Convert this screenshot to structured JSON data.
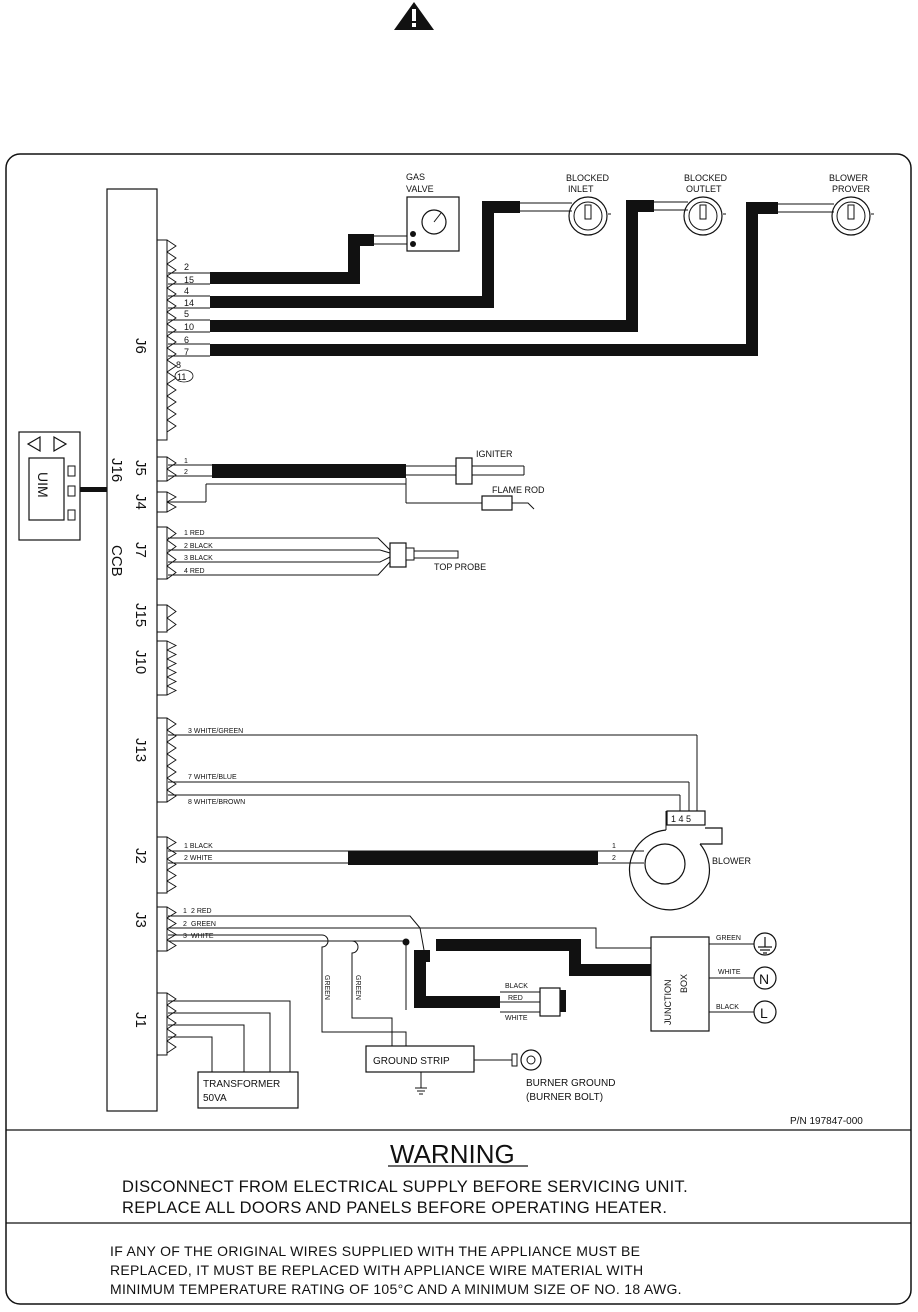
{
  "top_icon": "warning-triangle-icon",
  "board": {
    "label": "CCB",
    "connectors": {
      "j6": "J6",
      "j5": "J5",
      "j4": "J4",
      "j16": "J16",
      "j7": "J7",
      "j15": "J15",
      "j10": "J10",
      "j13": "J13",
      "j2": "J2",
      "j3": "J3",
      "j1": "J1"
    }
  },
  "uim": {
    "label": "UIM",
    "left_arrow_icon": "triangle-left-icon",
    "right_arrow_icon": "triangle-right-icon"
  },
  "j6_pins": [
    "2",
    "15",
    "4",
    "14",
    "5",
    "10",
    "6",
    "7",
    "8",
    "11"
  ],
  "components": {
    "gas_valve_line1": "GAS",
    "gas_valve_line2": "VALVE",
    "blocked_inlet_line1": "BLOCKED",
    "blocked_inlet_line2": "INLET",
    "blocked_outlet_line1": "BLOCKED",
    "blocked_outlet_line2": "OUTLET",
    "blower_prover_line1": "BLOWER",
    "blower_prover_line2": "PROVER",
    "igniter": "IGNITER",
    "flame_rod": "FLAME ROD",
    "top_probe": "TOP PROBE",
    "blower": "BLOWER",
    "blower_terminals": "1 4 5",
    "junction_box_line1": "JUNCTION",
    "junction_box_line2": "BOX",
    "transformer_line1": "TRANSFORMER",
    "transformer_line2": "50VA",
    "ground_strip": "GROUND STRIP",
    "burner_ground_line1": "BURNER GROUND",
    "burner_ground_line2": "(BURNER BOLT)",
    "ground_symbol": "ground-icon",
    "neutral_symbol": "N",
    "line_symbol": "L"
  },
  "j5_pins": [
    "1",
    "2"
  ],
  "j7_wires": [
    "1 RED",
    "2 BLACK",
    "3 BLACK",
    "4 RED"
  ],
  "j13_wires": [
    "3 WHITE/GREEN",
    "7 WHITE/BLUE",
    "8 WHITE/BROWN"
  ],
  "j2_wires": [
    "1 BLACK",
    "2 WHITE"
  ],
  "blower_pins": [
    "1",
    "2"
  ],
  "j3_wires": [
    "1",
    "2 RED",
    "2",
    "GREEN",
    "3",
    "WHITE"
  ],
  "ground_wire_labels": [
    "GREEN",
    "GREEN"
  ],
  "switch_wires": [
    "BLACK",
    "RED",
    "WHITE"
  ],
  "junction_wires": [
    "GREEN",
    "WHITE",
    "BLACK"
  ],
  "part_number": "P/N 197847-000",
  "warning": {
    "title": "WARNING",
    "line1": "DISCONNECT FROM ELECTRICAL SUPPLY BEFORE SERVICING UNIT.",
    "line2": "REPLACE ALL DOORS AND PANELS BEFORE OPERATING HEATER."
  },
  "note": {
    "line1": "IF ANY OF THE ORIGINAL WIRES SUPPLIED WITH THE APPLIANCE MUST BE",
    "line2": "REPLACED, IT MUST BE REPLACED WITH APPLIANCE WIRE MATERIAL WITH",
    "line3": "MINIMUM TEMPERATURE RATING OF 105°C AND A MINIMUM SIZE OF NO. 18 AWG."
  }
}
